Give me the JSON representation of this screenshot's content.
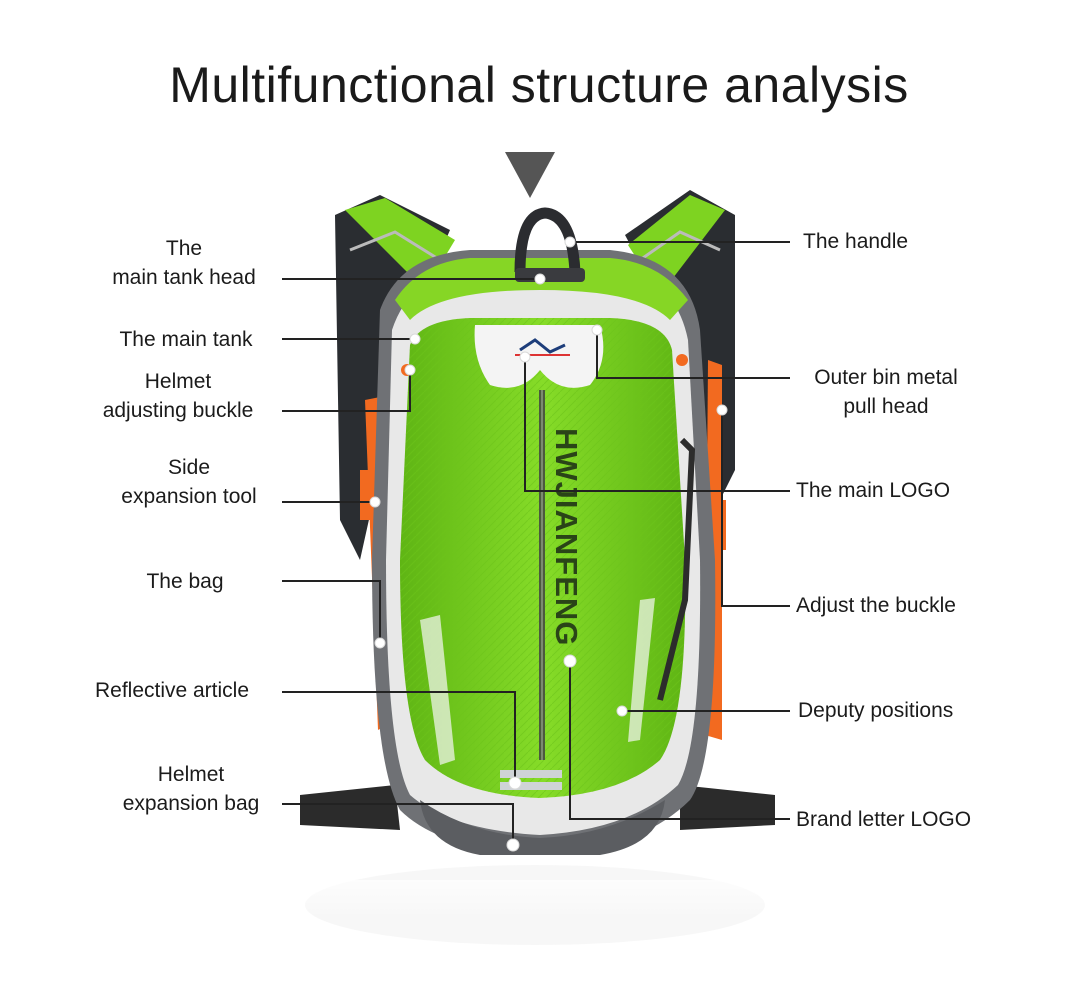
{
  "title": "Multifunctional structure analysis",
  "brand_text": "HWJIANFENG",
  "colors": {
    "accent_green": "#7dd61f",
    "frame_gray": "#707276",
    "strap_orange": "#f26a20",
    "line": "#222222"
  },
  "labels_left": [
    {
      "lines": [
        "The",
        "main tank head"
      ]
    },
    {
      "lines": [
        "The main tank"
      ]
    },
    {
      "lines": [
        "Helmet",
        "adjusting buckle"
      ]
    },
    {
      "lines": [
        "Side",
        "expansion tool"
      ]
    },
    {
      "lines": [
        "The bag"
      ]
    },
    {
      "lines": [
        "Reflective article"
      ]
    },
    {
      "lines": [
        "Helmet",
        "expansion bag"
      ]
    }
  ],
  "labels_right": [
    {
      "lines": [
        "The handle"
      ]
    },
    {
      "lines": [
        "Outer bin metal",
        "pull head"
      ]
    },
    {
      "lines": [
        "The main LOGO"
      ]
    },
    {
      "lines": [
        "Adjust the buckle"
      ]
    },
    {
      "lines": [
        "Deputy positions"
      ]
    },
    {
      "lines": [
        "Brand letter LOGO"
      ]
    }
  ]
}
